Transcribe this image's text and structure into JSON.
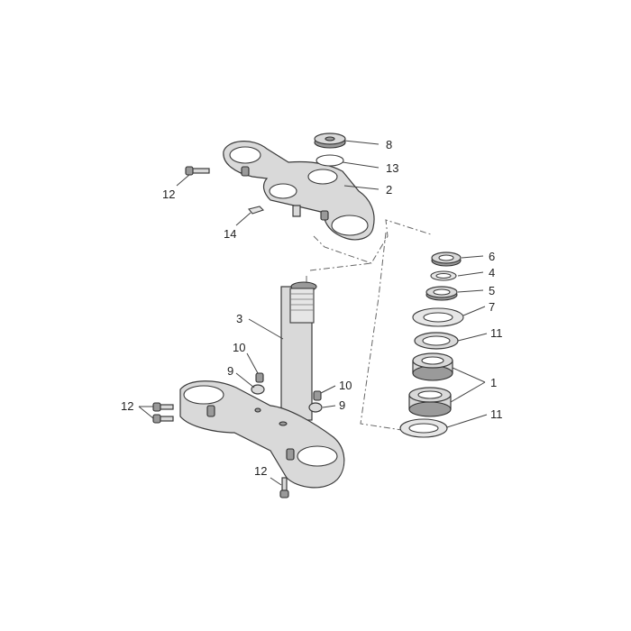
{
  "diagram": {
    "callouts": {
      "c1": "1",
      "c2": "2",
      "c3": "3",
      "c4": "4",
      "c5": "5",
      "c6": "6",
      "c7": "7",
      "c8": "8",
      "c9a": "9",
      "c9b": "9",
      "c10a": "10",
      "c10b": "10",
      "c11a": "11",
      "c11b": "11",
      "c12a": "12",
      "c12b": "12",
      "c12c": "12",
      "c13": "13",
      "c14": "14"
    }
  }
}
